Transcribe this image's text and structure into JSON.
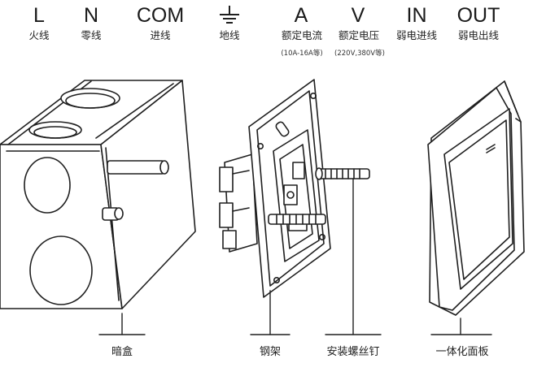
{
  "legend": [
    {
      "symbol": "L",
      "label": "火线",
      "note": ""
    },
    {
      "symbol": "N",
      "label": "零线",
      "note": ""
    },
    {
      "symbol": "COM",
      "label": "进线",
      "note": ""
    },
    {
      "symbol": "",
      "label": "地线",
      "note": "",
      "icon": "ground-icon"
    },
    {
      "symbol": "A",
      "label": "额定电流",
      "note": "(10A-16A等)"
    },
    {
      "symbol": "V",
      "label": "额定电压",
      "note": "(220V,380V等)"
    },
    {
      "symbol": "IN",
      "label": "弱电进线",
      "note": ""
    },
    {
      "symbol": "OUT",
      "label": "弱电出线",
      "note": ""
    }
  ],
  "parts": {
    "box": "暗盒",
    "frame": "钢架",
    "screw": "安装螺丝钉",
    "panel": "一体化面板"
  },
  "colors": {
    "line": "#1f1f1f",
    "fill": "#ffffff"
  }
}
